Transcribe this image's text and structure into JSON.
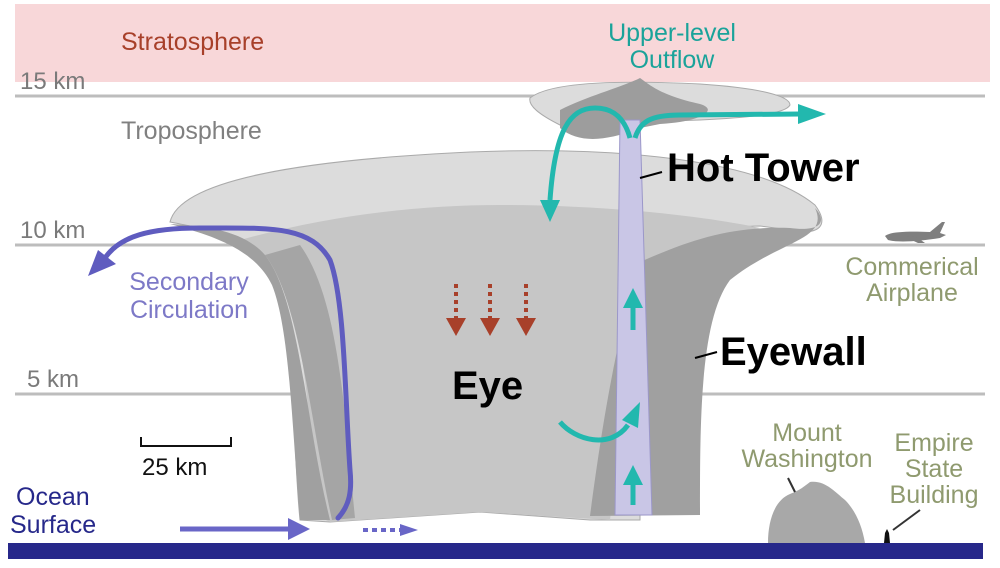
{
  "diagram": {
    "title": "Hurricane cross-section",
    "layers": {
      "stratosphere": "Stratosphere",
      "troposphere": "Troposphere"
    },
    "altitudes": [
      {
        "label": "15 km",
        "km": 15
      },
      {
        "label": "10 km",
        "km": 10
      },
      {
        "label": "5 km",
        "km": 5
      }
    ],
    "labels": {
      "upper_outflow_line1": "Upper-level",
      "upper_outflow_line2": "Outflow",
      "hot_tower": "Hot Tower",
      "eyewall": "Eyewall",
      "eye": "Eye",
      "secondary_line1": "Secondary",
      "secondary_line2": "Circulation",
      "ocean_line1": "Ocean",
      "ocean_line2": "Surface",
      "scale_bar": "25 km",
      "airplane_line1": "Commerical",
      "airplane_line2": "Airplane",
      "mountain_line1": "Mount",
      "mountain_line2": "Washington",
      "building_line1": "Empire",
      "building_line2": "State",
      "building_line3": "Building"
    },
    "colors": {
      "stratosphere_band": "#f8d7d9",
      "stratosphere_text": "#a8402a",
      "altitude_line": "#bdbdbd",
      "altitude_text": "#7a7a7a",
      "cloud_light": "#dcdcdc",
      "cloud_mid": "#c3c3c3",
      "cloud_dark": "#9d9d9d",
      "hot_tower": "#c9c6e6",
      "outflow_arrow": "#22b8ae",
      "secondary_arrow": "#5f5cbf",
      "ocean": "#27288a",
      "subsidence_arrow": "#a8402a",
      "reference_text": "#8f9a6f"
    }
  }
}
